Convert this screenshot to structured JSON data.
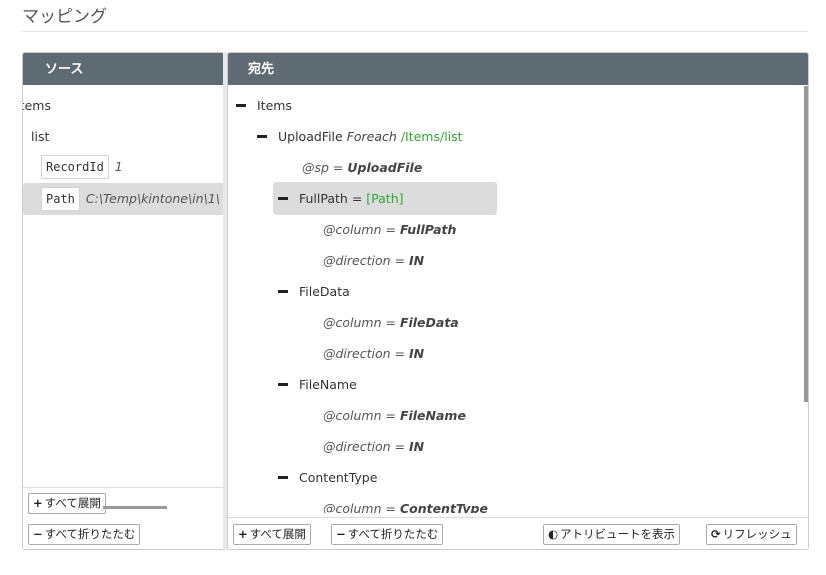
{
  "page": {
    "title": "マッピング"
  },
  "source": {
    "header": "ソース",
    "nodes": {
      "items": "Items",
      "list": "list",
      "record_tag": "RecordId",
      "record_value": "1",
      "path_tag": "Path",
      "path_value": "C:\\Temp\\kintone\\in\\1\\"
    },
    "expand_all": "すべて展開",
    "collapse_all": "すべて折りたたむ"
  },
  "destination": {
    "header": "宛先",
    "items": "Items",
    "upload_file": {
      "name": "UploadFile",
      "foreach_label": "Foreach",
      "foreach_path": "/Items/list"
    },
    "sp_attr": {
      "key": "@sp",
      "value": "UploadFile"
    },
    "fullpath": {
      "name": "FullPath",
      "eq": "=",
      "mapped": "[Path]"
    },
    "attrs": [
      {
        "key": "@column",
        "value": "FullPath"
      },
      {
        "key": "@direction",
        "value": "IN"
      },
      {
        "key": "@column",
        "value": "FileData"
      },
      {
        "key": "@direction",
        "value": "IN"
      },
      {
        "key": "@column",
        "value": "FileName"
      },
      {
        "key": "@direction",
        "value": "IN"
      },
      {
        "key": "@column",
        "value": "ContentType"
      }
    ],
    "file_data": "FileData",
    "file_name": "FileName",
    "content_type": "ContentType",
    "expand_all": "すべて展開",
    "collapse_all": "すべて折りたたむ",
    "show_attributes": "アトリビュートを表示",
    "refresh": "リフレッシュ"
  },
  "icons": {
    "plus": "plus-icon",
    "minus": "minus-icon",
    "toggle": "toggle-icon",
    "refresh": "refresh-icon"
  }
}
